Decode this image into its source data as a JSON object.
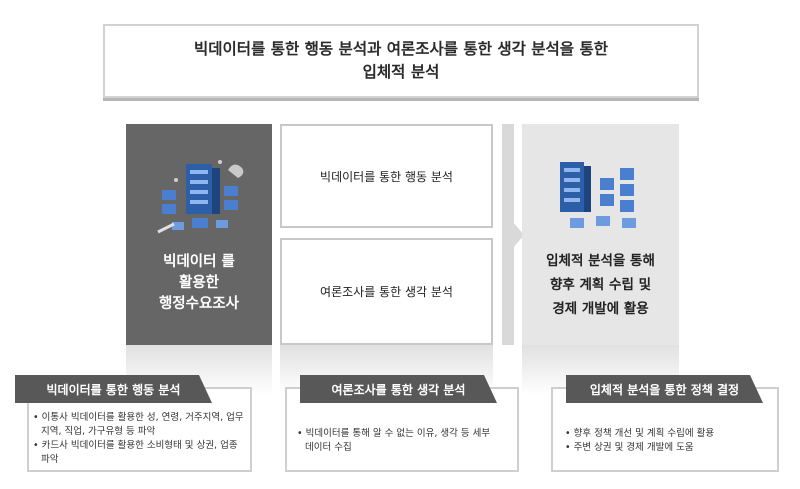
{
  "title": "빅데이터를 통한 행동 분석과 여론조사를 통한 생각 분석을 통한\n입체적 분석",
  "left_panel": {
    "label": "빅데이터 를\n활용한\n행정수요조사"
  },
  "middle": {
    "box1": "빅데이터를 통한 행동 분석",
    "box2": "여론조사를 통한 생각 분석"
  },
  "right_panel": {
    "label": "입체적 분석을 통해\n향후 계획 수립 및\n경제 개발에 활용"
  },
  "cards": [
    {
      "tab": "빅데이터를 통한 행동 분석",
      "bullets": [
        "이통사 빅데이터를 활용한 성, 연령, 거주지역, 업무지역, 직업, 가구유형 등 파악",
        "카드사 빅데이터를 활용한 소비형태 및 상권, 업종 파악"
      ]
    },
    {
      "tab": "여론조사를 통한 생각 분석",
      "bullets": [
        "빅데이터를 통해 알 수 없는 이유, 생각 등 세부데이터 수집"
      ]
    },
    {
      "tab": "입체적 분석을 통한 정책 결정",
      "bullets": [
        "향후 정책 개선 및 계획 수립에 활용",
        "주변 상권 및 경제 개발에 도움"
      ]
    }
  ],
  "colors": {
    "dark_panel": "#666666",
    "light_panel": "#e6e6e6",
    "tab": "#585858",
    "server_blue": "#4a7fd0"
  }
}
